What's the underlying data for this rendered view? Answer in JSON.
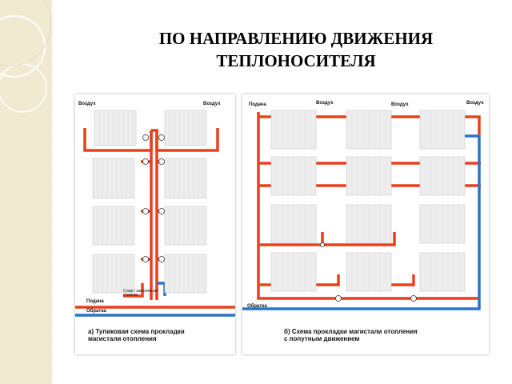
{
  "slide": {
    "title_line1": "ПО НАПРАВЛЕНИЮ ДВИЖЕНИЯ",
    "title_line2": "ТЕПЛОНОСИТЕЛЯ"
  },
  "diagram_a": {
    "air_left": "Воздух",
    "air_right": "Воздух",
    "riser_note_1": "Слив / заполнение",
    "riser_note_2": "стояков",
    "supply": "Подача",
    "return": "Обратка",
    "caption_line1": "а) Тупиковая схема прокладки",
    "caption_line2": "магистали отопления"
  },
  "diagram_b": {
    "supply": "Подача",
    "air_1": "Воздух",
    "air_2": "Воздух",
    "air_3": "Воздух",
    "return": "Обратка",
    "caption_line1": "б) Схема прокладки магистали отопления",
    "caption_line2": "с попутным движением"
  },
  "colors": {
    "supply_pipe": "#e8401c",
    "return_pipe": "#2a73c9",
    "radiator": "#eeeeee",
    "background_strip": "#f1ead1"
  }
}
